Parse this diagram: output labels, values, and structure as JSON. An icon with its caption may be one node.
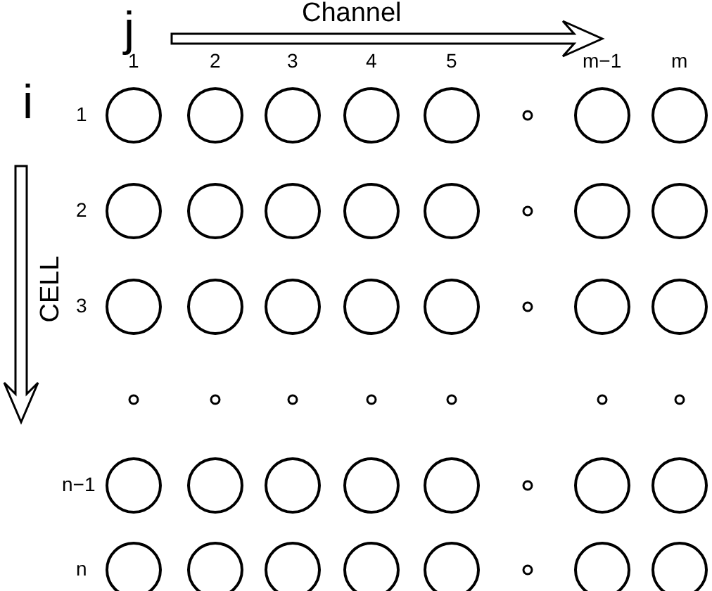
{
  "diagram": {
    "labels": [
      "j",
      "Channel",
      "1",
      "2",
      "3",
      "4",
      "5",
      "m−1",
      "m",
      "i",
      "1",
      "2",
      "3",
      "CELL",
      "n−1",
      "n"
    ]
  }
}
